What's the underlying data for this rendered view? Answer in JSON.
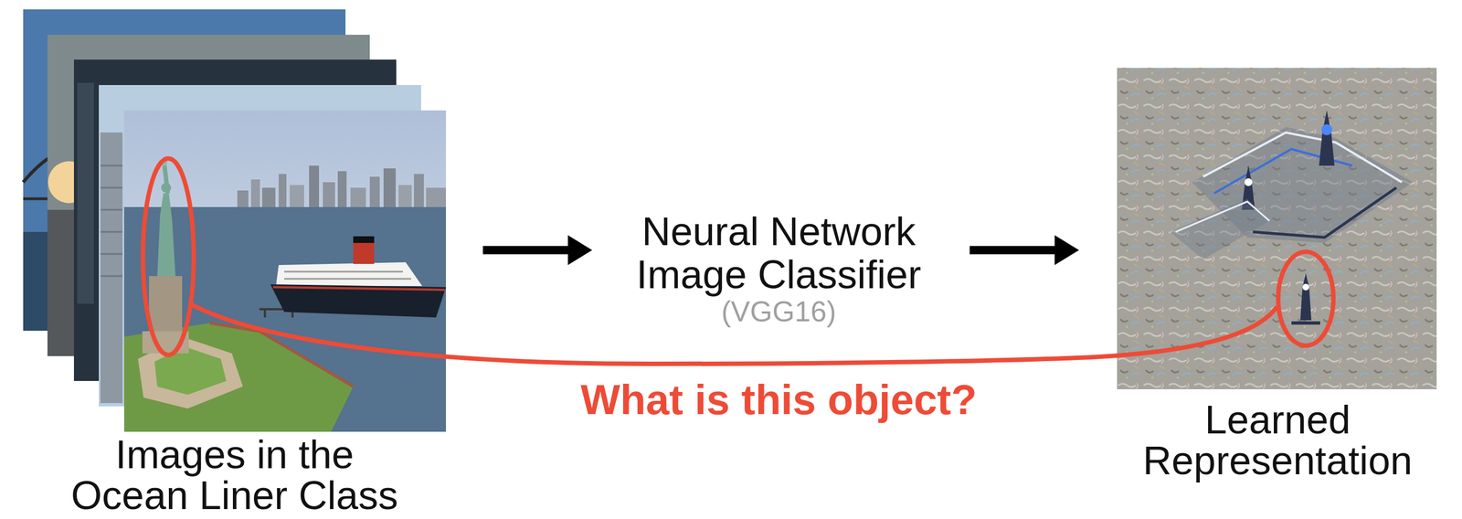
{
  "diagram": {
    "nodes": [
      {
        "text": [
          "Images in the Ocean Liner Class"
        ]
      },
      {
        "text": [
          "Neural Network Image Classifier",
          "(VGG16)"
        ]
      },
      {
        "text": [
          "Learned Representation"
        ]
      }
    ],
    "edges": [
      {
        "from": 0,
        "to": 1,
        "arrow": "to"
      },
      {
        "from": 1,
        "to": 2,
        "arrow": "to"
      },
      {
        "from": 0,
        "to": 2,
        "arrow": "none",
        "label": "What is this object?"
      }
    ]
  }
}
